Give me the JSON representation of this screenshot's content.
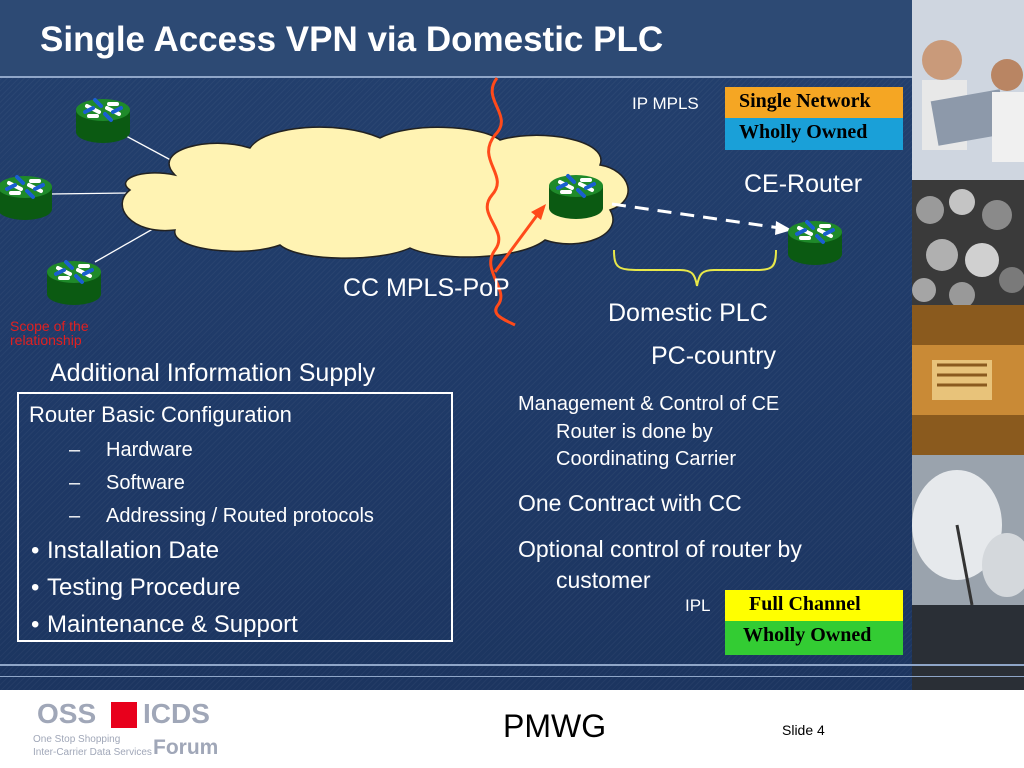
{
  "title": "Single Access VPN via Domestic PLC",
  "diagram": {
    "ip_mpls_label": "IP MPLS",
    "ce_router_label": "CE-Router",
    "cc_pop_label": "CC MPLS-PoP",
    "domestic_plc_label": "Domestic PLC",
    "pc_country_label": "PC-country",
    "scope_label": "Scope of the relationship",
    "ipl_label": "IPL"
  },
  "legend_boxes": {
    "single_network": "Single Network",
    "wholly_owned_top": "Wholly  Owned",
    "full_channel": "Full Channel",
    "wholly_owned_bottom": "Wholly Owned"
  },
  "info": {
    "heading": "Additional Information Supply",
    "router_config": "Router Basic Configuration",
    "sub_items": [
      "Hardware",
      "Software",
      "Addressing / Routed protocols"
    ],
    "bullets": [
      "Installation Date",
      "Testing Procedure",
      "Maintenance & Support"
    ]
  },
  "notes": {
    "management_line1": "Management & Control of CE",
    "management_line2": "Router is done by",
    "management_line3": "Coordinating Carrier",
    "contract": "One Contract with CC",
    "optional_line1": "Optional control of router by",
    "optional_line2": "customer"
  },
  "footer": {
    "logo_oss": "OSS",
    "logo_icds": "ICDS",
    "logo_forum": "Forum",
    "logo_tagline1": "One Stop Shopping",
    "logo_tagline2": "Inter-Carrier Data Services",
    "center_text": "PMWG",
    "slide_number": "Slide 4"
  },
  "colors": {
    "background": "#1f3a68",
    "single_network_box": "#f5a623",
    "wholly_owned_top_box": "#1aa0d8",
    "full_channel_box": "#ffff00",
    "wholly_owned_bottom_box": "#33cc33",
    "scope_text": "#e02020",
    "logo_red": "#e8001c",
    "logo_gray": "#a0a7b8"
  },
  "icons": [
    "router-icon",
    "cloud-shape",
    "photo-collage"
  ]
}
